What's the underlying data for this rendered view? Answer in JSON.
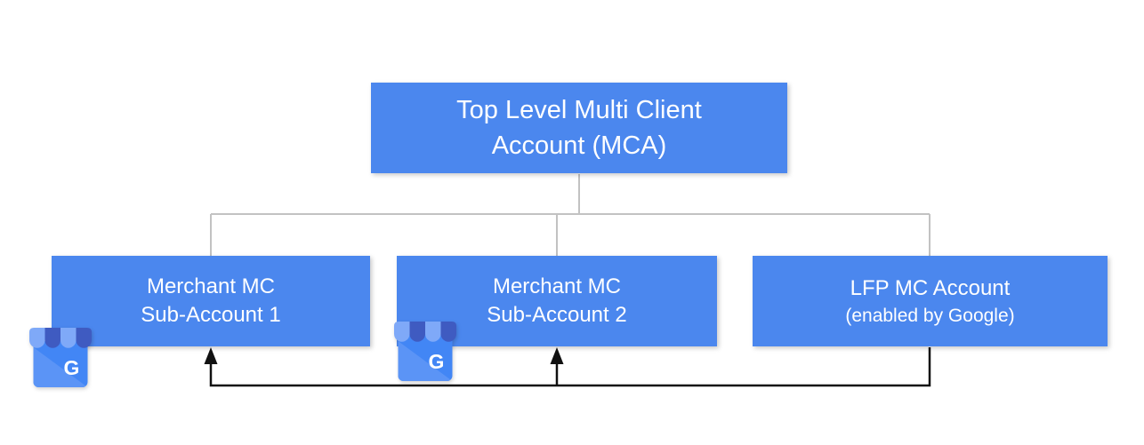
{
  "diagram": {
    "root": {
      "line1": "Top Level Multi Client",
      "line2": "Account (MCA)"
    },
    "children": [
      {
        "id": "merchant-sub-account-1",
        "line1": "Merchant MC",
        "line2": "Sub-Account 1",
        "icon": "google-business-profile-icon"
      },
      {
        "id": "merchant-sub-account-2",
        "line1": "Merchant MC",
        "line2": "Sub-Account 2",
        "icon": "google-business-profile-icon"
      },
      {
        "id": "lfp-mc-account",
        "line1": "LFP MC Account",
        "line2": "(enabled by Google)",
        "icon": null
      }
    ],
    "icon_letter": "G",
    "colors": {
      "box_fill": "#4b87ee",
      "box_text": "#ffffff",
      "tree_connector": "#c2c2c2",
      "flow_connector": "#111111",
      "icon_body": "#4286f5",
      "icon_fold": "#5b94f6",
      "icon_awning_light": "#7fa9f8",
      "icon_awning_dark": "#3f5bc1",
      "icon_letter_color": "#ffffff",
      "page_background": "#ffffff"
    }
  }
}
